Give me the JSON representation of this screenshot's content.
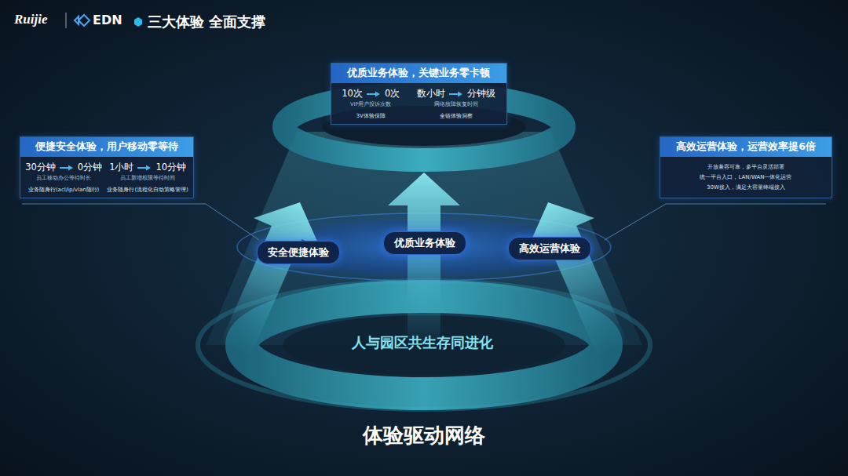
{
  "diagram": {
    "title": "三大体验 全面支撑",
    "caption": "体验驱动网络",
    "nodes": [
      {
        "text": [
          "优质业务体验，关键业务零卡顿",
          "10次",
          "0次",
          "VIP用户投诉次数",
          "3V体验保障",
          "数小时",
          "分钟级",
          "网络故障恢复时间",
          "全链体验洞察"
        ]
      },
      {
        "text": [
          "便捷安全体验，用户移动零等待",
          "30分钟",
          "0分钟",
          "员工移动办公等待时长",
          "业务随身行(acl/ip/vlan随行)",
          "1小时",
          "10分钟",
          "员工新增权限等待时间",
          "业务随身行(流程化自动策略管理)"
        ]
      },
      {
        "text": [
          "高效运营体验，运营效率提6倍",
          "开放兼容可靠，多平台灵活部署",
          "统一平台入口，LAN/WAN一体化运营",
          "30W接入，满足大容量终端接入"
        ]
      },
      {
        "text": [
          "安全便捷体验"
        ]
      },
      {
        "text": [
          "优质业务体验"
        ]
      },
      {
        "text": [
          "高效运营体验"
        ]
      }
    ],
    "labels": [
      "Ruijie",
      "EDN",
      "人与园区共生存同进化"
    ]
  }
}
